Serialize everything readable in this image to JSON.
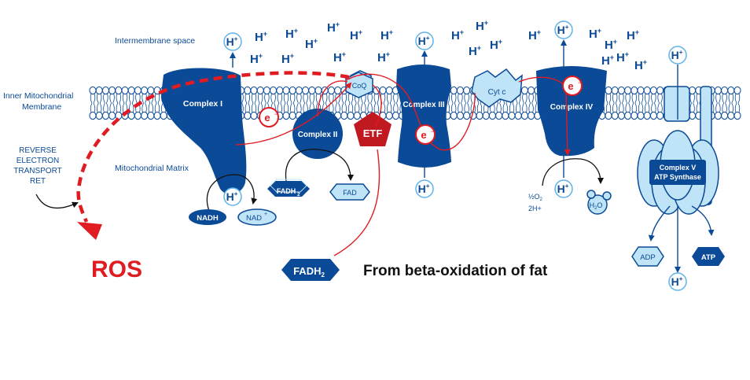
{
  "regions": {
    "intermembrane": "Intermembrane space",
    "inner_membrane_line1": "Inner Mitochondrial",
    "inner_membrane_line2": "Membrane",
    "matrix": "Mitochondrial Matrix"
  },
  "ret": [
    "REVERSE",
    "ELECTRON",
    "TRANSPORT",
    "RET"
  ],
  "ros": "ROS",
  "complexes": {
    "c1": "Complex I",
    "c2": "Complex II",
    "c3": "Complex III",
    "c4": "Complex IV",
    "c5_line1": "Complex V",
    "c5_line2": "ATP Synthase"
  },
  "carriers": {
    "coq": "CoQ",
    "cytc": "Cyt c",
    "etf": "ETF"
  },
  "molecules": {
    "h": "H",
    "plus": "+",
    "electron": "e",
    "minus": "−",
    "nadh": "NADH",
    "nad_main": "NAD",
    "fadh": "FADH",
    "sub2": "2",
    "fad": "FAD",
    "half": "½",
    "o": "O",
    "two_h": "2H+",
    "h2o_h": "H",
    "h2o_o": "O",
    "adp": "ADP",
    "atp": "ATP"
  },
  "beta_oxidation": "From beta-oxidation of fat",
  "colors": {
    "navy": "#0b4a96",
    "light_blue": "#bfe3f7",
    "red": "#e01b22",
    "dark_red": "#c01a20"
  }
}
